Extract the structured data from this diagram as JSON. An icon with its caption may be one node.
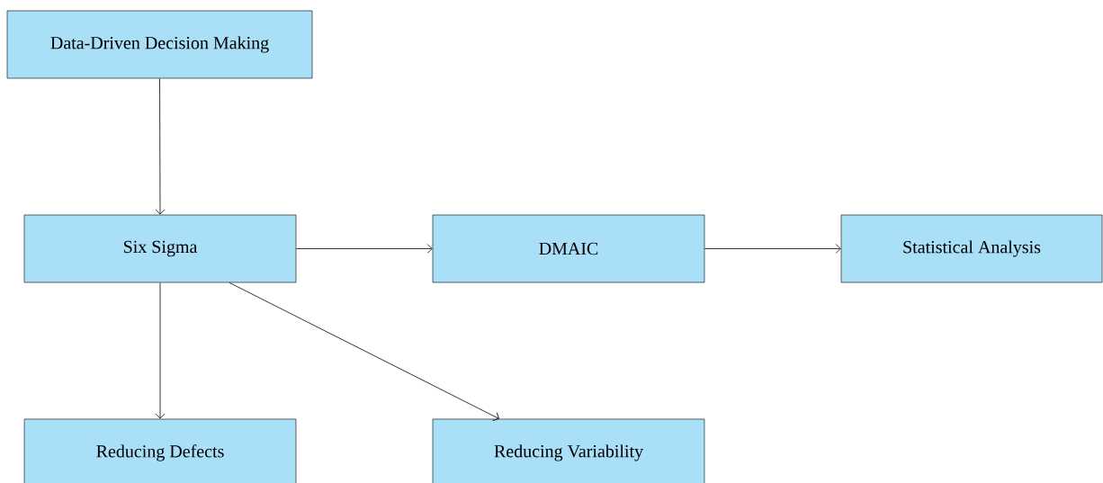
{
  "diagram": {
    "nodes": [
      {
        "text": [
          "Data-Driven Decision Making"
        ]
      },
      {
        "text": [
          "Six Sigma"
        ]
      },
      {
        "text": [
          "DMAIC"
        ]
      },
      {
        "text": [
          "Statistical Analysis"
        ]
      },
      {
        "text": [
          "Reducing Defects"
        ]
      },
      {
        "text": [
          "Reducing Variability"
        ]
      }
    ],
    "edges": [
      {
        "from": 0,
        "to": 1,
        "arrow": "to"
      },
      {
        "from": 1,
        "to": 2,
        "arrow": "to"
      },
      {
        "from": 2,
        "to": 3,
        "arrow": "to"
      },
      {
        "from": 1,
        "to": 4,
        "arrow": "to"
      },
      {
        "from": 1,
        "to": 5,
        "arrow": "to"
      }
    ]
  }
}
